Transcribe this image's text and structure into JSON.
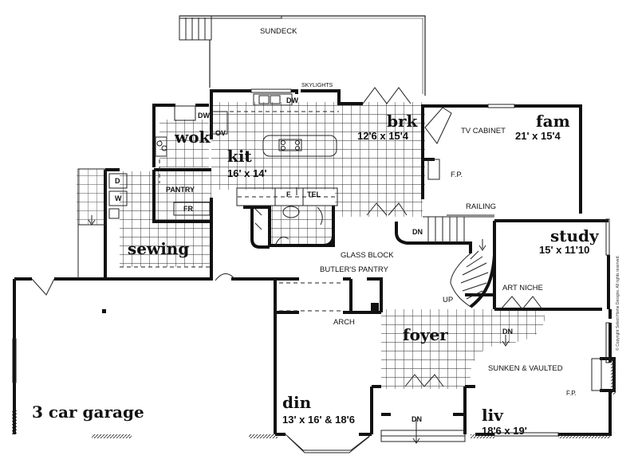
{
  "plan": {
    "type": "floor plan",
    "background": "#ffffff",
    "line_color": "#111111",
    "rooms": [
      {
        "name": "sundeck",
        "label": "SUNDECK",
        "dims": ""
      },
      {
        "name": "wok",
        "label": "wok",
        "dims": ""
      },
      {
        "name": "kit",
        "label": "kit",
        "dims": "16' x 14'"
      },
      {
        "name": "brk",
        "label": "brk",
        "dims": "12'6 x 15'4"
      },
      {
        "name": "fam",
        "label": "fam",
        "dims": "21' x 15'4"
      },
      {
        "name": "study",
        "label": "study",
        "dims": "15' x 11'10"
      },
      {
        "name": "sewing",
        "label": "sewing",
        "dims": ""
      },
      {
        "name": "garage",
        "label": "3 car garage",
        "dims": ""
      },
      {
        "name": "foyer",
        "label": "foyer",
        "dims": ""
      },
      {
        "name": "din",
        "label": "din",
        "dims": "13' x 16' & 18'6"
      },
      {
        "name": "liv",
        "label": "liv",
        "dims": "18'6 x 19'"
      }
    ],
    "annotations": {
      "skylights": "SKYLIGHTS",
      "dw_wok": "DW",
      "dw_kit": "DW",
      "ov": "OV",
      "pantry": "PANTRY",
      "fr": "FR",
      "f": "F",
      "tel": "TEL",
      "dryer": "D",
      "washer": "W",
      "tv_cabinet": "TV CABINET",
      "fp_fam": "F.P.",
      "railing": "RAILING",
      "dn_stair": "DN",
      "glass_block": "GLASS BLOCK",
      "butlers_pantry": "BUTLER'S PANTRY",
      "up": "UP",
      "art_niche": "ART NICHE",
      "arch": "ARCH",
      "dn_foyer": "DN",
      "sunken_vaulted": "SUNKEN & VAULTED",
      "fp_liv": "F.P.",
      "dn_entry": "DN"
    },
    "copyright": "© Copyright Select Home Designs. All rights reserved."
  }
}
